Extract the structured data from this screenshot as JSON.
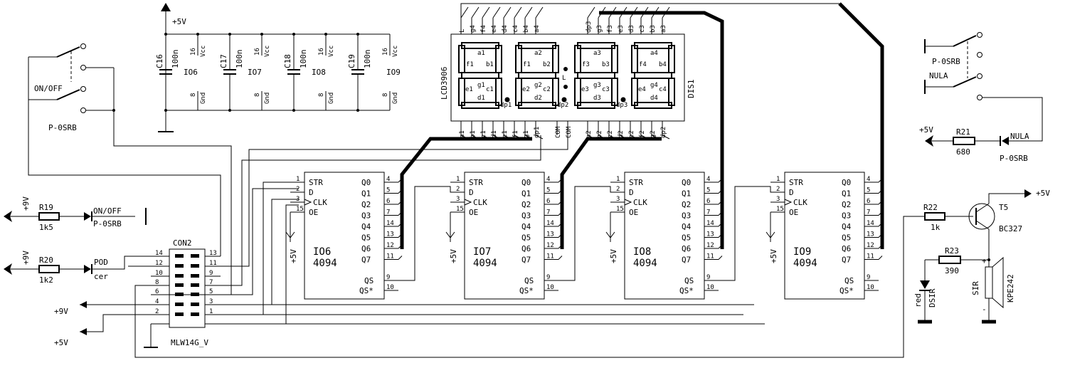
{
  "ic_labels": {
    "str": "STR",
    "d": "D",
    "clk": "CLK",
    "oe": "OE",
    "q": [
      "Q0",
      "Q1",
      "Q2",
      "Q3",
      "Q4",
      "Q5",
      "Q6",
      "Q7"
    ],
    "qs": "QS",
    "qsn": "QS*",
    "part": "4094",
    "left_pins": [
      "1",
      "2",
      "3",
      "15"
    ],
    "right_pins": [
      "4",
      "5",
      "6",
      "7",
      "14",
      "13",
      "12",
      "11"
    ],
    "qs_pins": [
      "9",
      "10"
    ]
  },
  "ics": [
    {
      "ref": "IO6",
      "vcc": "+5V"
    },
    {
      "ref": "IO7",
      "vcc": "+5V"
    },
    {
      "ref": "IO8",
      "vcc": "+5V"
    },
    {
      "ref": "IO9",
      "vcc": "+5V"
    }
  ],
  "supply": {
    "rail": "+5V",
    "caps": [
      {
        "ref": "C16",
        "value": "100n",
        "ic": "IO6"
      },
      {
        "ref": "C17",
        "value": "100n",
        "ic": "IO7"
      },
      {
        "ref": "C18",
        "value": "100n",
        "ic": "IO8"
      },
      {
        "ref": "C19",
        "value": "100n",
        "ic": "IO9"
      }
    ],
    "vcc_pin": "16",
    "vcc_label": "Vcc",
    "gnd_pin": "8",
    "gnd_label": "Gnd"
  },
  "display": {
    "ref": "DIS1",
    "part": "LCD3906",
    "top_pins": [
      "L",
      "g4",
      "f4",
      "e4",
      "d4",
      "c4",
      "b4",
      "a4",
      "dp3",
      "g3",
      "f3",
      "e3",
      "d3",
      "c3",
      "b3",
      "a3"
    ],
    "bottom_pins": [
      "a1",
      "b1",
      "c1",
      "d1",
      "e1",
      "f1",
      "g1",
      "dp1",
      "COM",
      "COM",
      "a2",
      "b2",
      "c2",
      "d2",
      "e2",
      "f2",
      "g2",
      "dp2"
    ],
    "digits": [
      {
        "a": "a1",
        "b": "b1",
        "c": "c1",
        "d": "d1",
        "e": "e1",
        "f": "f1",
        "g": "g1",
        "dp": "dp1"
      },
      {
        "a": "a2",
        "b": "b2",
        "c": "c2",
        "d": "d2",
        "e": "e2",
        "f": "f1",
        "g": "g2",
        "dp": "dp2"
      },
      {
        "a": "a3",
        "b": "b3",
        "c": "c3",
        "d": "d3",
        "e": "e3",
        "f": "f3",
        "g": "g3",
        "dp": "dp3"
      },
      {
        "a": "a4",
        "b": "b4",
        "c": "c4",
        "d": "d4",
        "e": "e4",
        "f": "f4",
        "g": "g4",
        "dp": ""
      }
    ],
    "colon": "L"
  },
  "connector": {
    "ref": "CON2",
    "part": "MLW14G_V",
    "left_pins": [
      "14",
      "12",
      "10",
      "8",
      "6",
      "4",
      "2"
    ],
    "right_pins": [
      "13",
      "11",
      "9",
      "7",
      "5",
      "3",
      "1"
    ],
    "plus9v": "+9V",
    "plus5v": "+5V"
  },
  "switches": {
    "left_onoff": "ON/OFF",
    "left_type": "P-0SRB",
    "right_type": "P-0SRB",
    "right_nula": "NULA"
  },
  "led_circuits": [
    {
      "supply": "+9V",
      "res_ref": "R19",
      "res_val": "1k5",
      "led_label": "ON/OFF",
      "led_type": "P-0SRB"
    },
    {
      "supply": "+9V",
      "res_ref": "R20",
      "res_val": "1k2",
      "led_label": "POD",
      "led_type": "cer"
    },
    {
      "supply": "+5V",
      "res_ref": "R21",
      "res_val": "680",
      "led_label": "NULA",
      "led_type": "P-0SRB"
    }
  ],
  "buzzer": {
    "r22_ref": "R22",
    "r22_val": "1k",
    "t_ref": "T5",
    "t_type": "BC327",
    "vcc": "+5V",
    "r23_ref": "R23",
    "r23_val": "390",
    "led_color": "red",
    "led_ref": "DSIR",
    "spk_ref": "SIR",
    "spk_type": "KPE242",
    "plus": "+",
    "minus": "-"
  }
}
